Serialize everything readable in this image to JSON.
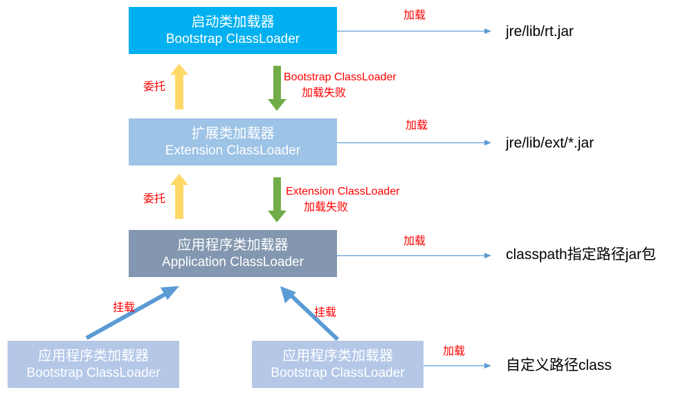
{
  "loaders": {
    "bootstrap": {
      "name_cn": "启动类加载器",
      "name_en": "Bootstrap ClassLoader",
      "color": "#00b0f0"
    },
    "extension": {
      "name_cn": "扩展类加载器",
      "name_en": "Extension ClassLoader",
      "color": "#9dc3e6"
    },
    "application": {
      "name_cn": "应用程序类加载器",
      "name_en": "Application ClassLoader",
      "color": "#8497b0"
    },
    "custom_left": {
      "name_cn": "应用程序类加载器",
      "name_en": "Bootstrap ClassLoader",
      "color": "#b4c7e7"
    },
    "custom_right": {
      "name_cn": "应用程序类加载器",
      "name_en": "Bootstrap ClassLoader",
      "color": "#b4c7e7"
    }
  },
  "labels": {
    "load": "加载",
    "delegate": "委托",
    "mount": "挂载",
    "load_fail": "加载失败",
    "bootstrap_fail_name": "Bootstrap ClassLoader",
    "extension_fail_name": "Extension ClassLoader"
  },
  "targets": {
    "bootstrap": "jre/lib/rt.jar",
    "extension": "jre/lib/ext/*.jar",
    "application": "classpath指定路径jar包",
    "custom": "自定义路径class"
  },
  "colors": {
    "delegate_arrow": "#ffd966",
    "fail_arrow": "#70ad47",
    "mount_arrow": "#5b9bd5",
    "load_line": "#5b9bd5",
    "label_text": "#ff0000"
  }
}
